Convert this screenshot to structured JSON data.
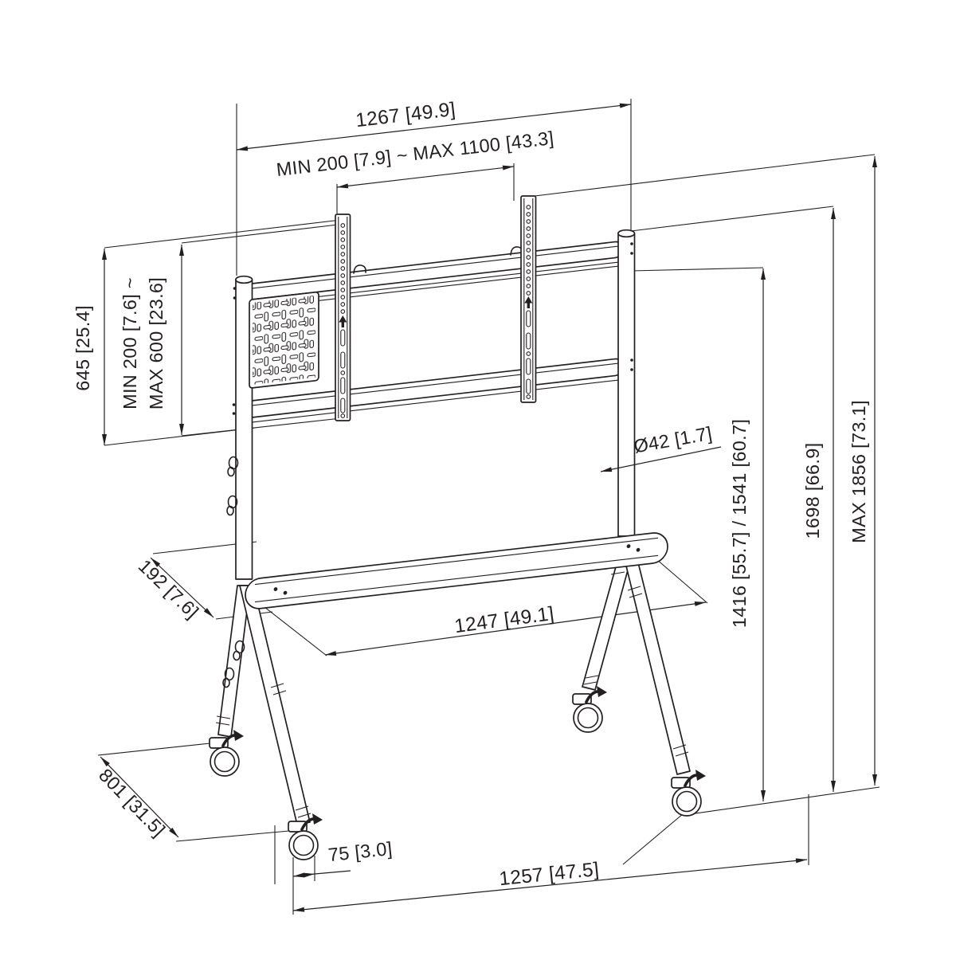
{
  "drawing": {
    "type": "technical-dimension-drawing",
    "subject": "mobile display floor stand with casters",
    "background_color": "#ffffff",
    "line_color": "#231f20",
    "dimensions": {
      "top_width": "1267 [49.9]",
      "vesa_width_range": "MIN 200 [7.9] ~ MAX 1100 [43.3]",
      "bracket_height": "645 [25.4]",
      "vesa_height_range_line1": "MIN 200 [7.6] ~",
      "vesa_height_range_line2": "MAX 600 [23.6]",
      "tube_diameter": "Ø42 [1.7]",
      "display_height": "1416 [55.7] / 1541 [60.7]",
      "frame_height": "1698 [66.9]",
      "max_height": "MAX 1856 [73.1]",
      "shelf_width": "1247 [49.1]",
      "top_depth": "192 [7.6]",
      "base_depth": "801 [31.5]",
      "caster_offset": "75 [3.0]",
      "base_width": "1257 [47.5]"
    }
  }
}
